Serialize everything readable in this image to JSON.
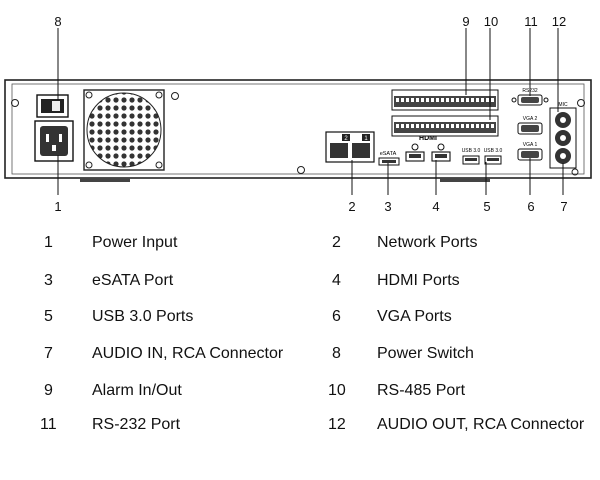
{
  "callouts": [
    "1",
    "2",
    "3",
    "4",
    "5",
    "6",
    "7",
    "8",
    "9",
    "10",
    "11",
    "12"
  ],
  "panel_labels": {
    "hdmi_logo": "HDMI",
    "esata": "eSATA",
    "usb_a": "USB 3.0",
    "usb_b": "USB 3.0",
    "rs232": "RS232",
    "mic": "MIC",
    "vga2": "VGA 2",
    "vga1": "VGA 1",
    "net_a": "2",
    "net_b": "1"
  },
  "legend": [
    {
      "num": "1",
      "text": "Power Input"
    },
    {
      "num": "2",
      "text": "Network Ports"
    },
    {
      "num": "3",
      "text": "eSATA Port"
    },
    {
      "num": "4",
      "text": "HDMI Ports"
    },
    {
      "num": "5",
      "text": "USB 3.0 Ports"
    },
    {
      "num": "6",
      "text": "VGA Ports"
    },
    {
      "num": "7",
      "text": "AUDIO IN, RCA Connector"
    },
    {
      "num": "8",
      "text": "Power Switch"
    },
    {
      "num": "9",
      "text": "Alarm In/Out"
    },
    {
      "num": "10",
      "text": "RS-485 Port"
    },
    {
      "num": "11",
      "text": "RS-232 Port"
    },
    {
      "num": "12",
      "text": "AUDIO OUT, RCA Connector"
    }
  ]
}
